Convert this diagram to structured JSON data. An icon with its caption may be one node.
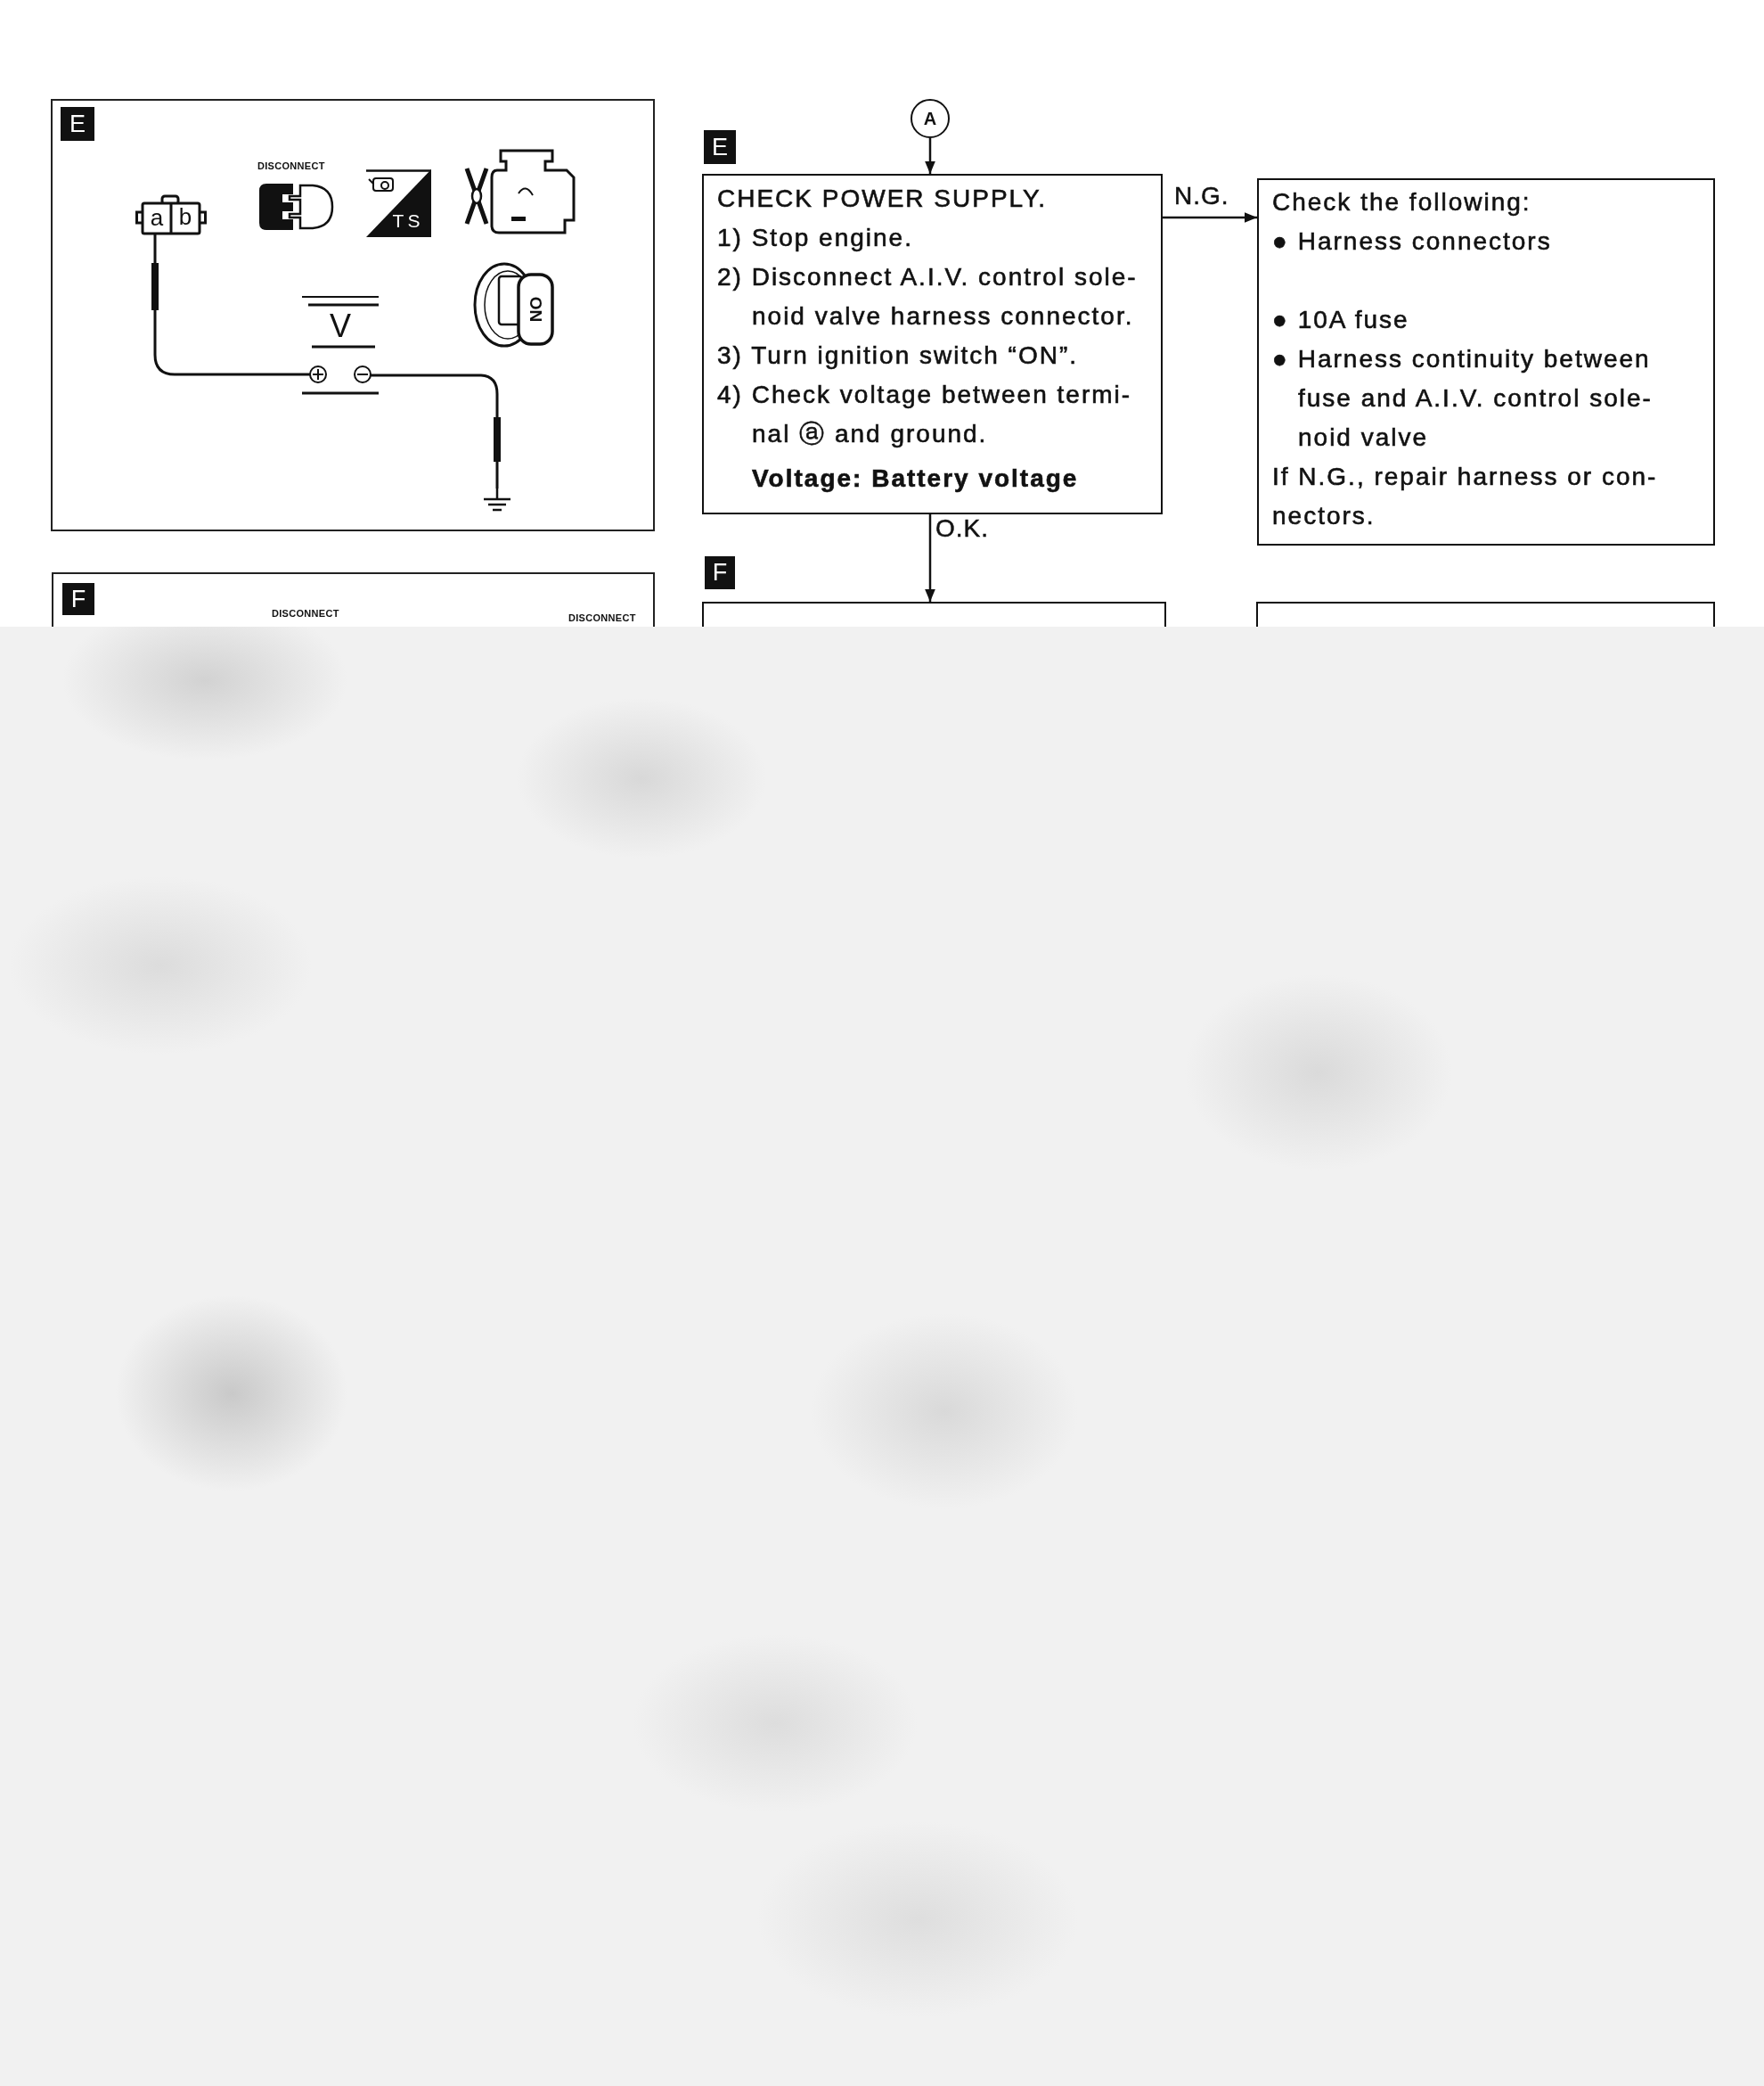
{
  "diagram": {
    "nodes": [
      {
        "text": [
          "A"
        ]
      },
      {
        "text": [
          "CHECK POWER SUPPLY.",
          "1) Stop engine.",
          "2) Disconnect A.I.V. control sole- noid valve harness connector.",
          "3) Turn ignition switch “ON”.",
          "4) Check voltage between termi- nal ⓐ and ground.",
          "Voltage: Battery voltage"
        ],
        "beside": [
          "E"
        ]
      },
      {
        "text": [
          "Check the following:",
          "● Harness connectors",
          "● 10A fuse",
          "● Harness continuity between fuse and A.I.V. control sole- noid valve",
          "If N.G., repair harness or con- nectors."
        ]
      },
      {
        "text": [],
        "shape": "box",
        "beside": [
          "F"
        ]
      },
      {
        "text": [],
        "shape": "box"
      }
    ],
    "edges": [
      {
        "from": 0,
        "to": 1,
        "arrow": "to"
      },
      {
        "from": 1,
        "to": 2,
        "arrow": "to",
        "label": "N.G."
      },
      {
        "from": 1,
        "to": 3,
        "arrow": "to",
        "label": "O.K."
      }
    ],
    "labels": [
      "E",
      "DISCONNECT",
      "a",
      "b",
      "TS",
      "ON",
      "V",
      "F",
      "DISCONNECT",
      "DISCONNECT"
    ]
  }
}
